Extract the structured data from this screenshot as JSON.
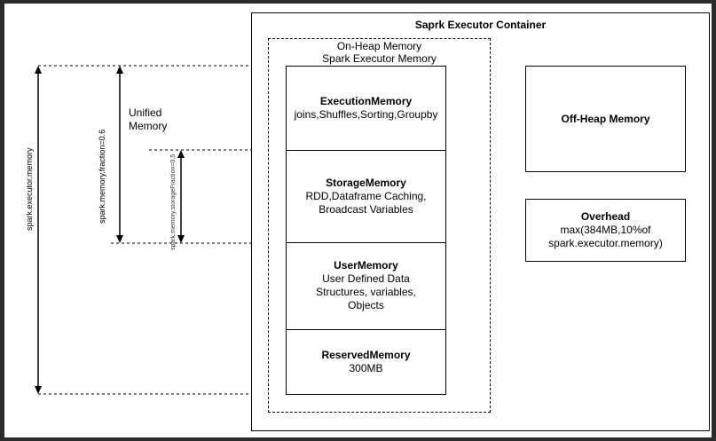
{
  "container_title": "Saprk Executor Container",
  "onheap": {
    "title_line1": "On-Heap Memory",
    "title_line2": "Spark Executor Memory"
  },
  "segments": {
    "execution": {
      "title": "ExecutionMemory",
      "line1": "joins,Shuffles,Sorting,Groupby"
    },
    "storage": {
      "title": "StorageMemory",
      "line1": "RDD,Dataframe Caching,",
      "line2": "Broadcast Variables"
    },
    "user": {
      "title": "UserMemory",
      "line1": "User Defined Data",
      "line2": "Structures, variables,",
      "line3": "Objects"
    },
    "reserved": {
      "title": "ReservedMemory",
      "line1": "300MB"
    }
  },
  "offheap": {
    "title": "Off-Heap Memory"
  },
  "overhead": {
    "title": "Overhead",
    "line1": "max(384MB,10%of",
    "line2": "spark.executor.memory)"
  },
  "labels": {
    "unified_line1": "Unified",
    "unified_line2": "Memory",
    "executor_memory": "spark.executor.memory",
    "memory_fraction": "spark.memory.fraction=0.6",
    "storage_fraction": "spark.memory.storageFraction=0.5"
  }
}
